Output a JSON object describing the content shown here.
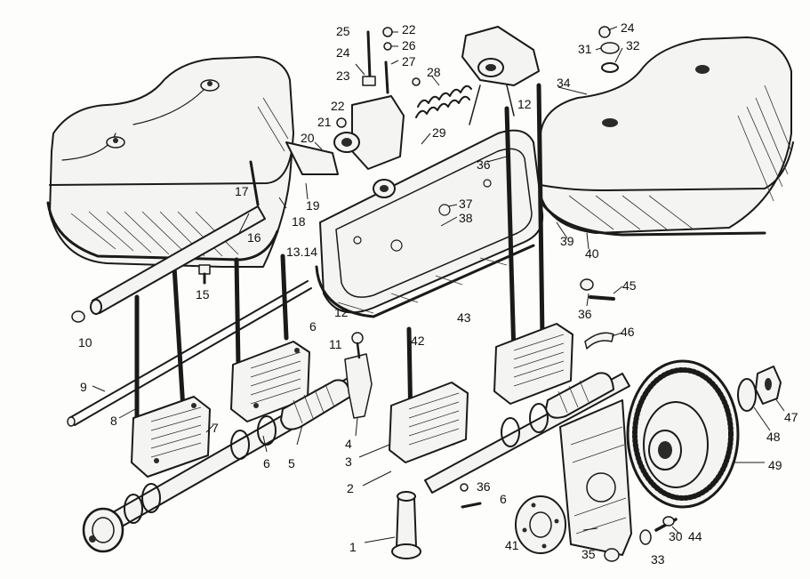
{
  "callouts": [
    {
      "id": "c1",
      "text": "1"
    },
    {
      "id": "c2",
      "text": "2"
    },
    {
      "id": "c3",
      "text": "3"
    },
    {
      "id": "c4",
      "text": "4"
    },
    {
      "id": "c5",
      "text": "5"
    },
    {
      "id": "c6a",
      "text": "6"
    },
    {
      "id": "c6b",
      "text": "6"
    },
    {
      "id": "c6c",
      "text": "6"
    },
    {
      "id": "c7",
      "text": "7"
    },
    {
      "id": "c8",
      "text": "8"
    },
    {
      "id": "c9",
      "text": "9"
    },
    {
      "id": "c10",
      "text": "10"
    },
    {
      "id": "c11",
      "text": "11"
    },
    {
      "id": "c12a",
      "text": "12"
    },
    {
      "id": "c12b",
      "text": "12"
    },
    {
      "id": "c1314",
      "text": "13.14"
    },
    {
      "id": "c15",
      "text": "15"
    },
    {
      "id": "c16",
      "text": "16"
    },
    {
      "id": "c17",
      "text": "17"
    },
    {
      "id": "c18",
      "text": "18"
    },
    {
      "id": "c19",
      "text": "19"
    },
    {
      "id": "c20",
      "text": "20"
    },
    {
      "id": "c21",
      "text": "21"
    },
    {
      "id": "c22a",
      "text": "22"
    },
    {
      "id": "c22b",
      "text": "22"
    },
    {
      "id": "c23",
      "text": "23"
    },
    {
      "id": "c24a",
      "text": "24"
    },
    {
      "id": "c24b",
      "text": "24"
    },
    {
      "id": "c25",
      "text": "25"
    },
    {
      "id": "c26",
      "text": "26"
    },
    {
      "id": "c27",
      "text": "27"
    },
    {
      "id": "c28",
      "text": "28"
    },
    {
      "id": "c29",
      "text": "29"
    },
    {
      "id": "c30",
      "text": "30"
    },
    {
      "id": "c31",
      "text": "31"
    },
    {
      "id": "c32",
      "text": "32"
    },
    {
      "id": "c33",
      "text": "33"
    },
    {
      "id": "c34",
      "text": "34"
    },
    {
      "id": "c35",
      "text": "35"
    },
    {
      "id": "c36a",
      "text": "36"
    },
    {
      "id": "c36b",
      "text": "36"
    },
    {
      "id": "c36c",
      "text": "36"
    },
    {
      "id": "c37",
      "text": "37"
    },
    {
      "id": "c38",
      "text": "38"
    },
    {
      "id": "c39",
      "text": "39"
    },
    {
      "id": "c40",
      "text": "40"
    },
    {
      "id": "c41",
      "text": "41"
    },
    {
      "id": "c42",
      "text": "42"
    },
    {
      "id": "c43",
      "text": "43"
    },
    {
      "id": "c44",
      "text": "44"
    },
    {
      "id": "c45",
      "text": "45"
    },
    {
      "id": "c46",
      "text": "46"
    },
    {
      "id": "c47",
      "text": "47"
    },
    {
      "id": "c48",
      "text": "48"
    },
    {
      "id": "c49",
      "text": "49"
    }
  ]
}
